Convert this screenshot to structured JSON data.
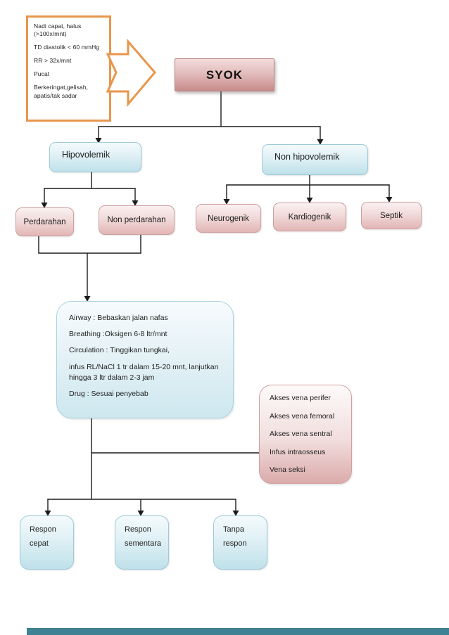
{
  "colors": {
    "outline_orange": "#E8964B",
    "node_blue_fill": "#BFE1EA",
    "node_blue_border": "#9ECBD9",
    "node_pink_fill": "#E3B5B5",
    "node_pink_border": "#CFA0A0",
    "root_pink_dark": "#C88C8C",
    "connector": "#1C1C1C",
    "footer_teal": "#3E8293"
  },
  "symptoms_box": {
    "lines": [
      "Nadi capat, halus (>100x/mnt)",
      "TD diastolik < 60 mmHg",
      "RR > 32x/mnt",
      "Pucat",
      "Berkeringat,gelisah, apatis/tak sadar"
    ]
  },
  "root": {
    "label": "SYOK"
  },
  "branches": {
    "hipovolemik": {
      "label": "Hipovolemik"
    },
    "non_hipovolemik": {
      "label": "Non hipovolemik"
    }
  },
  "causes": {
    "perdarahan": {
      "label": "Perdarahan"
    },
    "non_perdarahan": {
      "label": "Non perdarahan"
    },
    "neurogenik": {
      "label": "Neurogenik"
    },
    "kardiogenik": {
      "label": "Kardiogenik"
    },
    "septik": {
      "label": "Septik"
    }
  },
  "treatment_box": {
    "lines": [
      "Airway : Bebaskan jalan nafas",
      "Breathing :Oksigen 6-8 ltr/mnt",
      "Circulation : Tinggikan tungkai,",
      "infus RL/NaCl 1 tr dalam 15-20 mnt, lanjutkan hingga 3 ltr dalam 2-3 jam",
      "Drug : Sesuai penyebab"
    ]
  },
  "access_box": {
    "lines": [
      "Akses vena perifer",
      "Akses vena femoral",
      "Akses vena sentral",
      "Infus intraosseus",
      "Vena seksi"
    ]
  },
  "responses": {
    "cepat": {
      "label": "Respon cepat"
    },
    "sementara": {
      "label": "Respon sementara"
    },
    "tanpa": {
      "label": "Tanpa respon"
    }
  }
}
